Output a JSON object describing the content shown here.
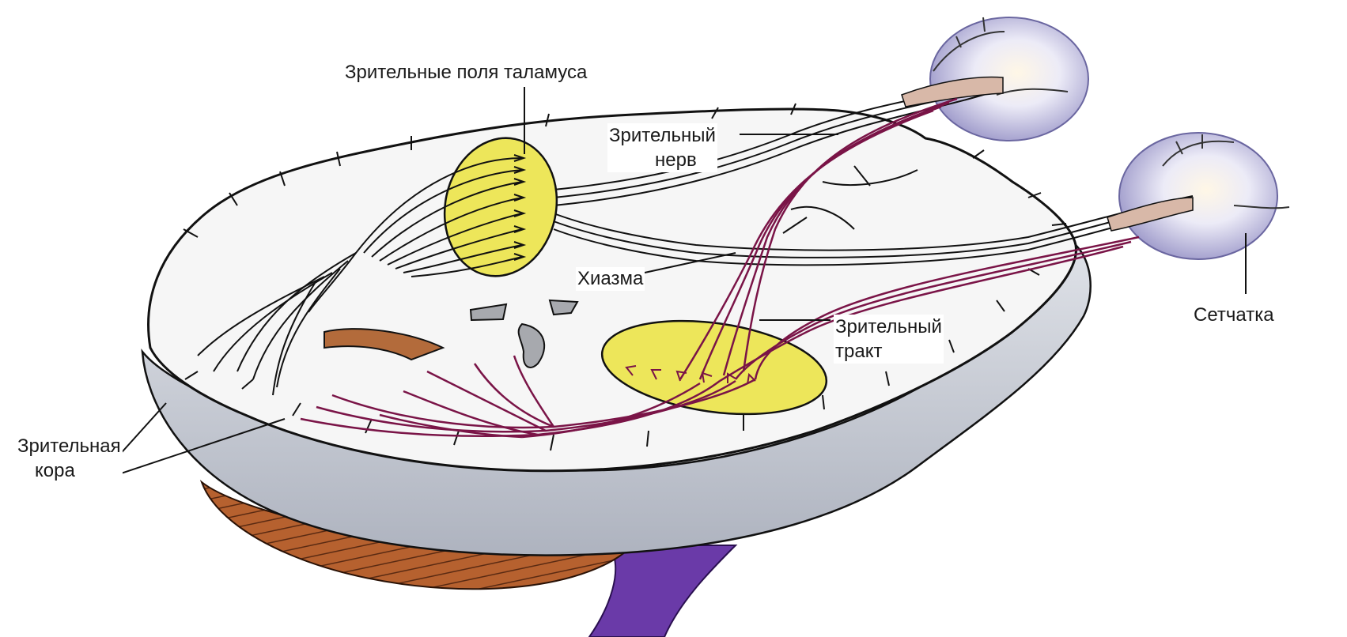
{
  "labels": {
    "thalamus_fields": "Зрительные поля таламуса",
    "optic_nerve_line1": "Зрительный",
    "optic_nerve_line2": "нерв",
    "chiasm": "Хиазма",
    "retina": "Сетчатка",
    "optic_tract_line1": "Зрительный",
    "optic_tract_line2": "тракт",
    "visual_cortex_line1": "Зрительная",
    "visual_cortex_line2": "кора"
  },
  "colors": {
    "brain_fill": "#f4f4f4",
    "brain_shadow": "#c9cdd6",
    "outline": "#111111",
    "nerve_fiber": "#111111",
    "tract_fiber": "#7a1447",
    "thalamus_field": "#ede65a",
    "eye_fill": "#e6e4f5",
    "eye_rim": "#a8a4d0",
    "cerebellum": "#a8542a",
    "brainstem": "#6a3aa8"
  }
}
